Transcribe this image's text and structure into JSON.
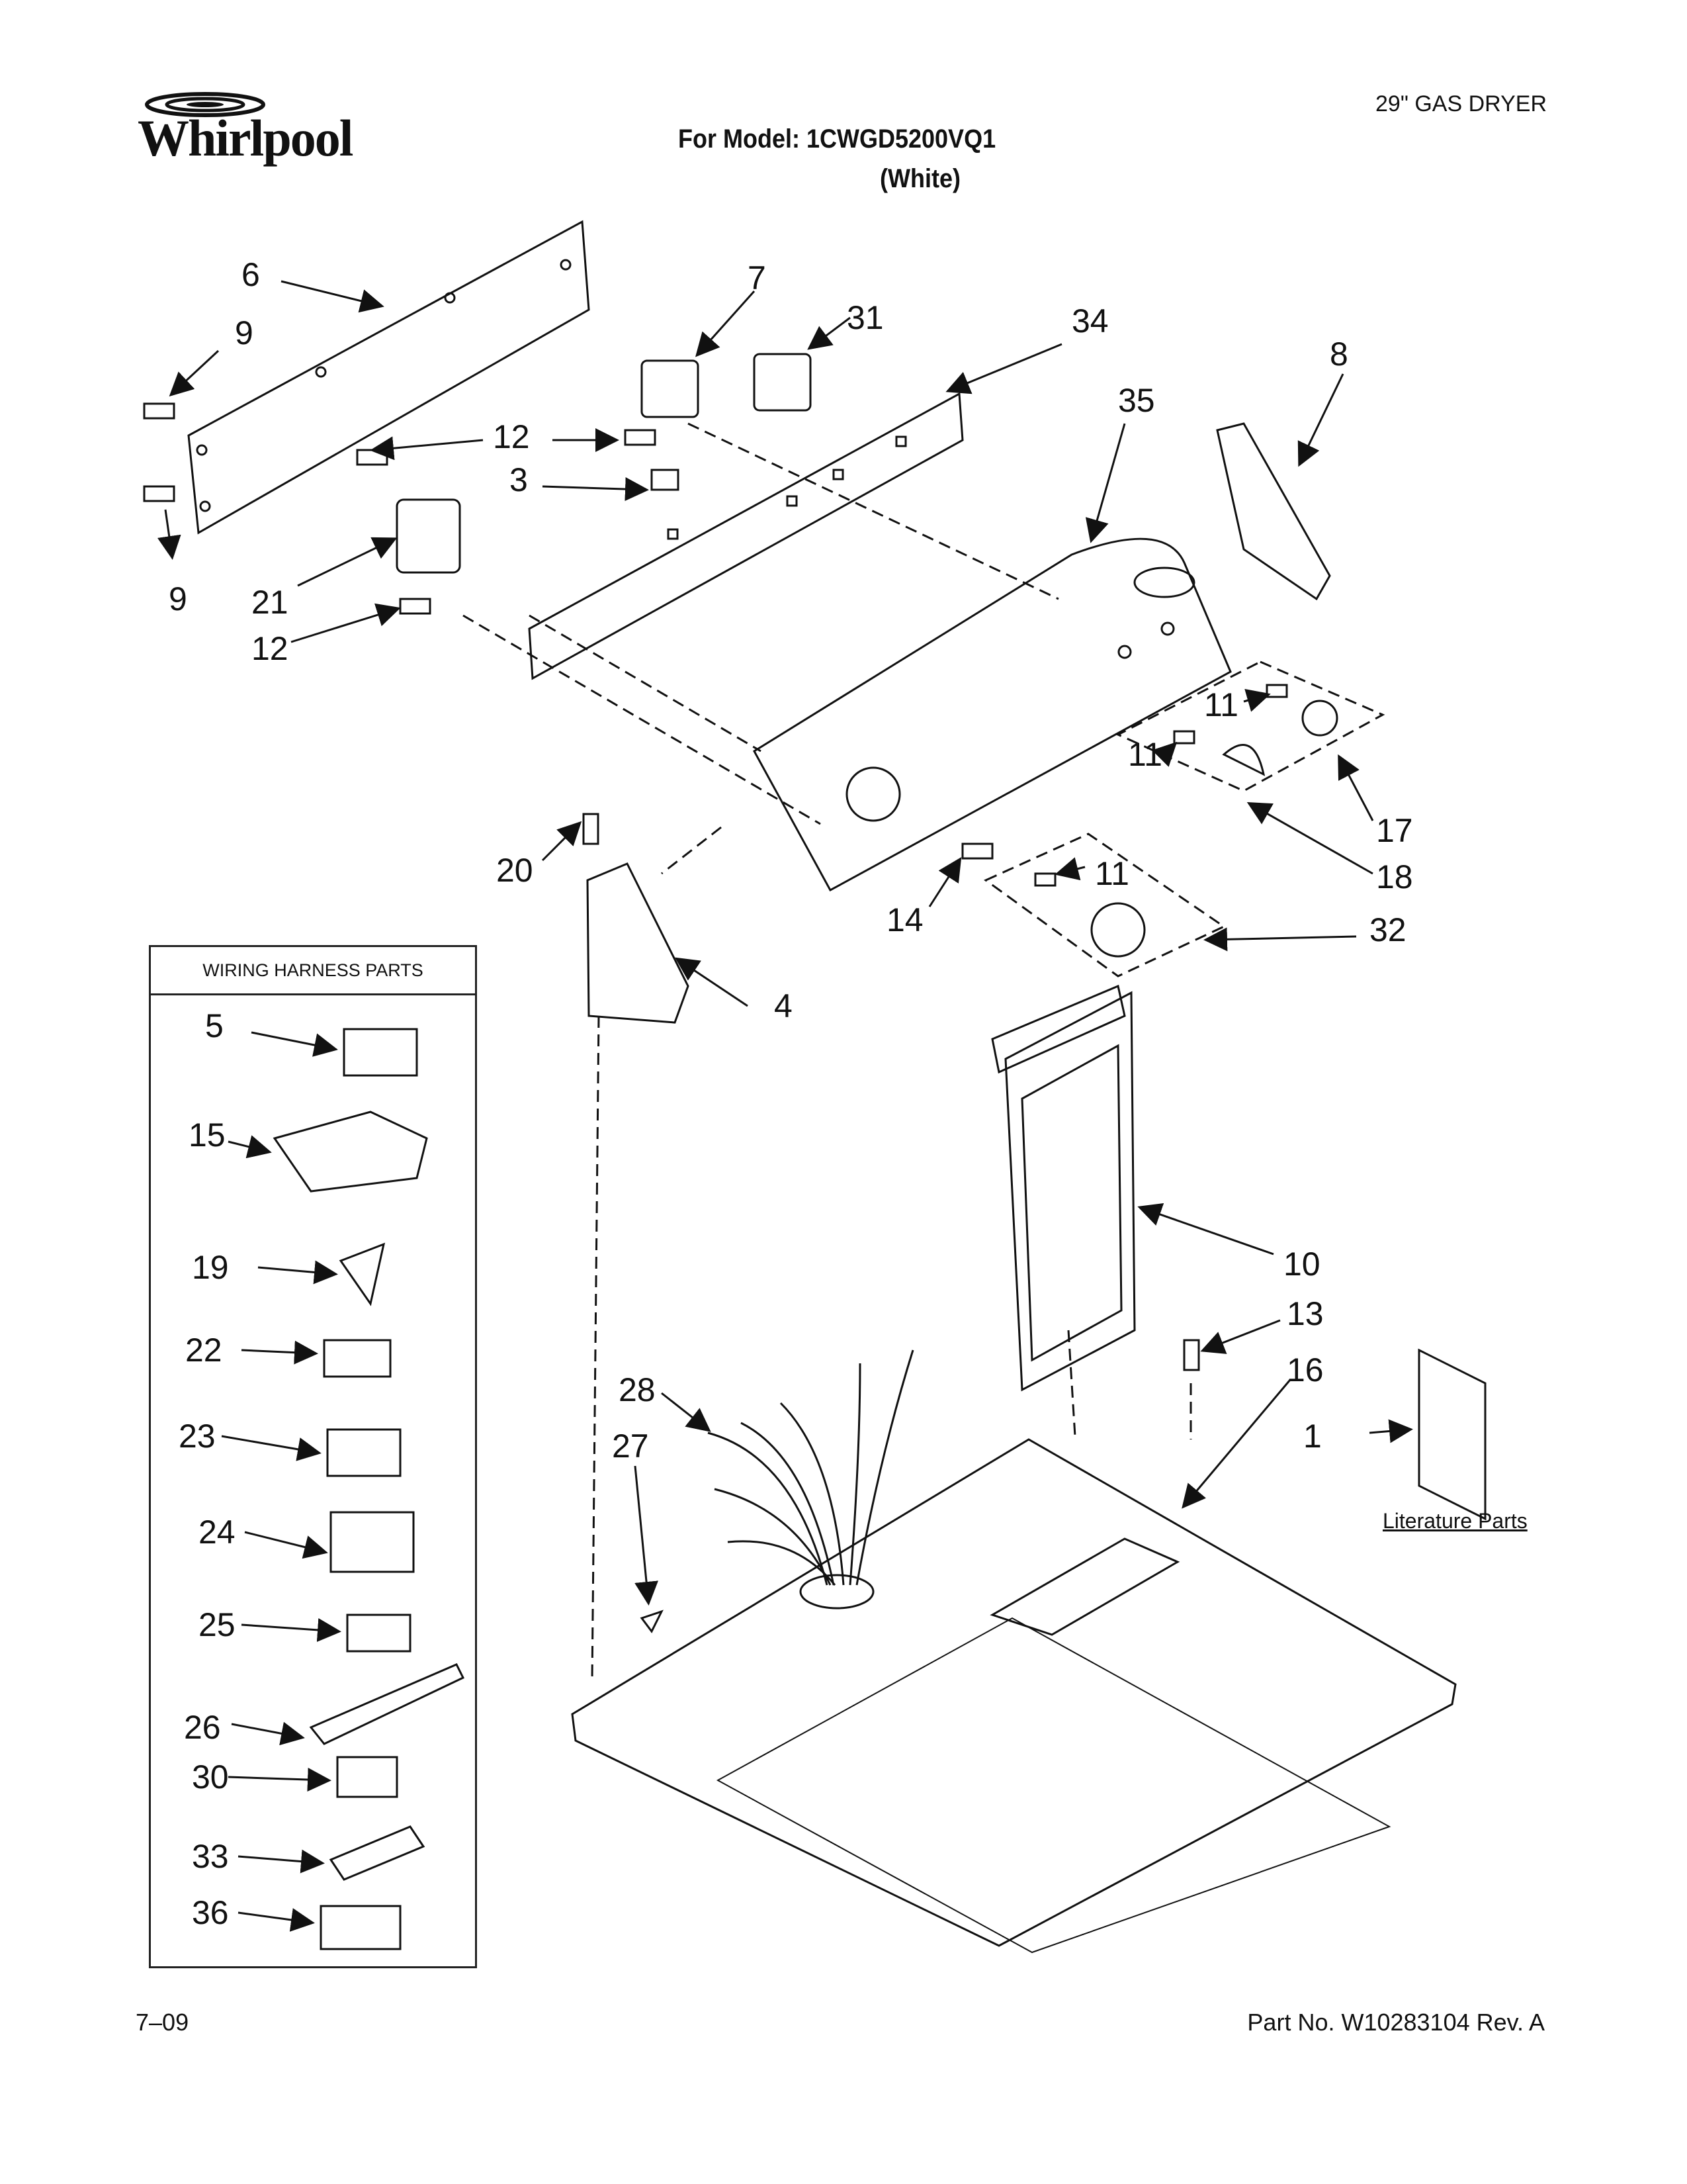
{
  "header": {
    "brand": "Whirlpool",
    "doc_type": "29\" GAS DRYER",
    "model_line": "For Model: 1CWGD5200VQ1",
    "color_line": "(White)"
  },
  "footer": {
    "date": "7–09",
    "part_number": "Part No. W10283104 Rev. A"
  },
  "harness": {
    "title": "WIRING HARNESS PARTS",
    "items": [
      "5",
      "15",
      "19",
      "22",
      "23",
      "24",
      "25",
      "26",
      "30",
      "33",
      "36"
    ]
  },
  "literature": {
    "label": "Literature Parts",
    "item": "1"
  },
  "callouts": [
    "6",
    "7",
    "31",
    "34",
    "35",
    "8",
    "9",
    "12",
    "3",
    "9",
    "21",
    "12",
    "11",
    "11",
    "17",
    "18",
    "20",
    "11",
    "14",
    "32",
    "4",
    "10",
    "13",
    "16",
    "28",
    "27"
  ],
  "icons": [
    "whirlpool-logo-icon"
  ]
}
